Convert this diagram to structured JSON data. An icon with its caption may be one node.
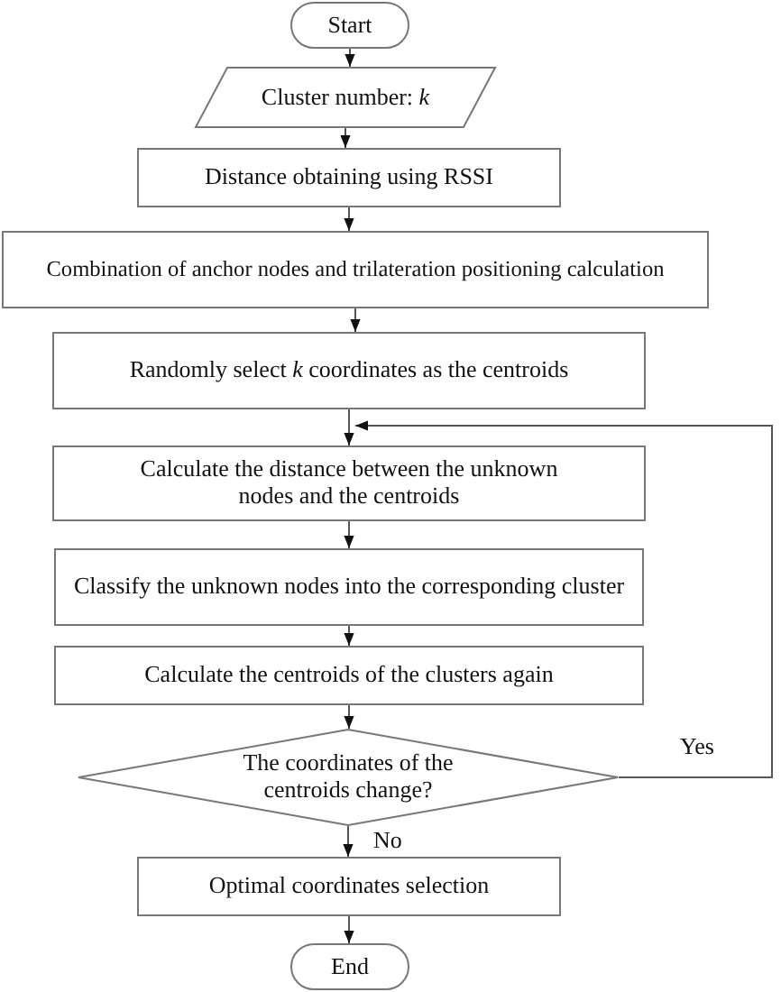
{
  "diagram": {
    "nodes": [
      {
        "text": [
          "Start"
        ]
      },
      {
        "text": [
          "Cluster number: *k*"
        ]
      },
      {
        "text": [
          "Distance obtaining using RSSI"
        ]
      },
      {
        "text": [
          "Combination of anchor nodes and trilateration positioning calculation"
        ]
      },
      {
        "text": [
          "Randomly select *k* coordinates as the centroids"
        ]
      },
      {
        "text": [
          "Calculate the distance between the unknown nodes and the centroids"
        ]
      },
      {
        "text": [
          "Classify the unknown nodes into the corresponding cluster"
        ]
      },
      {
        "text": [
          "Calculate the centroids of the clusters again"
        ]
      },
      {
        "text": [
          "The coordinates of the centroids change?"
        ]
      },
      {
        "text": [
          "Optimal coordinates selection"
        ]
      },
      {
        "text": [
          "End"
        ]
      }
    ],
    "edges": [
      {
        "from": 0,
        "to": 1,
        "arrow": "to"
      },
      {
        "from": 1,
        "to": 2,
        "arrow": "to"
      },
      {
        "from": 2,
        "to": 3,
        "arrow": "to"
      },
      {
        "from": 3,
        "to": 4,
        "arrow": "to"
      },
      {
        "from": 4,
        "to": 5,
        "arrow": "to"
      },
      {
        "from": 5,
        "to": 6,
        "arrow": "to"
      },
      {
        "from": 6,
        "to": 7,
        "arrow": "to"
      },
      {
        "from": 7,
        "to": 8,
        "arrow": "to"
      },
      {
        "from": 8,
        "to": 9,
        "label": "No",
        "arrow": "to"
      },
      {
        "from": 8,
        "to": 5,
        "label": "Yes",
        "arrow": "to"
      },
      {
        "from": 9,
        "to": 10,
        "arrow": "to"
      }
    ]
  }
}
